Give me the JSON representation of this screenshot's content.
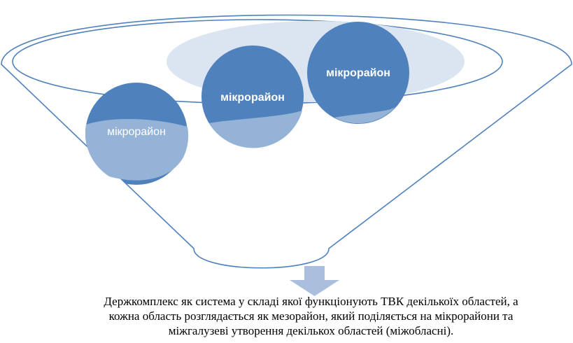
{
  "diagram": {
    "circles": [
      {
        "label": "мікрорайон"
      },
      {
        "label": "мікрорайон"
      },
      {
        "label": "мікрорайон"
      }
    ],
    "caption_lines": [
      "Держкомплекс як система у складі якої функціонують ТВК декількоїх областей, а",
      "кожна область розглядається як мезорайон, який поділяється на мікрорайони та",
      "міжгалузеві утворення декількох областей  (міжобласні)."
    ]
  },
  "colors": {
    "outline": "#4f81bd",
    "circle_dark": "#4f81bd",
    "circle_light": "#95b3d7",
    "ellipse_fill": "#dbe5f1",
    "arrow": "#a9bfdd"
  }
}
